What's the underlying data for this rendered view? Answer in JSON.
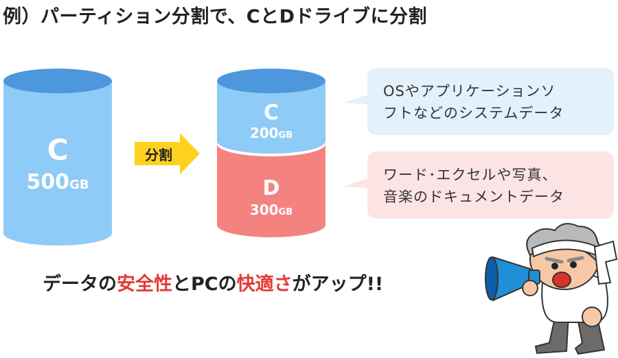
{
  "title": "例）パーティション分割で、CとDドライブに分割",
  "drive_before": {
    "letter": "C",
    "size": "500",
    "unit": "GB"
  },
  "arrow_label": "分割",
  "drive_c": {
    "letter": "C",
    "size": "200",
    "unit": "GB"
  },
  "drive_d": {
    "letter": "D",
    "size": "300",
    "unit": "GB"
  },
  "bubble_c": {
    "line1": "OSやアプリケーションソ",
    "line2": "フトなどのシステムデータ"
  },
  "bubble_d": {
    "line1": "ワード･エクセルや写真、",
    "line2": "音楽のドキュメントデータ"
  },
  "bottom": {
    "p1": "データの",
    "h1": "安全性",
    "p2": "とPCの",
    "h2": "快適さ",
    "p3": "がアップ!!"
  },
  "colors": {
    "c_top": "#4d97dc",
    "c_body": "#8ecbf7",
    "d_body": "#f4837f",
    "arrow": "#ffd11f",
    "bubble_c": "#e3f1fc",
    "bubble_d": "#fde4e4",
    "highlight": "#e53935"
  },
  "icons": {
    "mascot": "megaphone-old-man-icon",
    "arrow": "right-arrow-icon"
  }
}
